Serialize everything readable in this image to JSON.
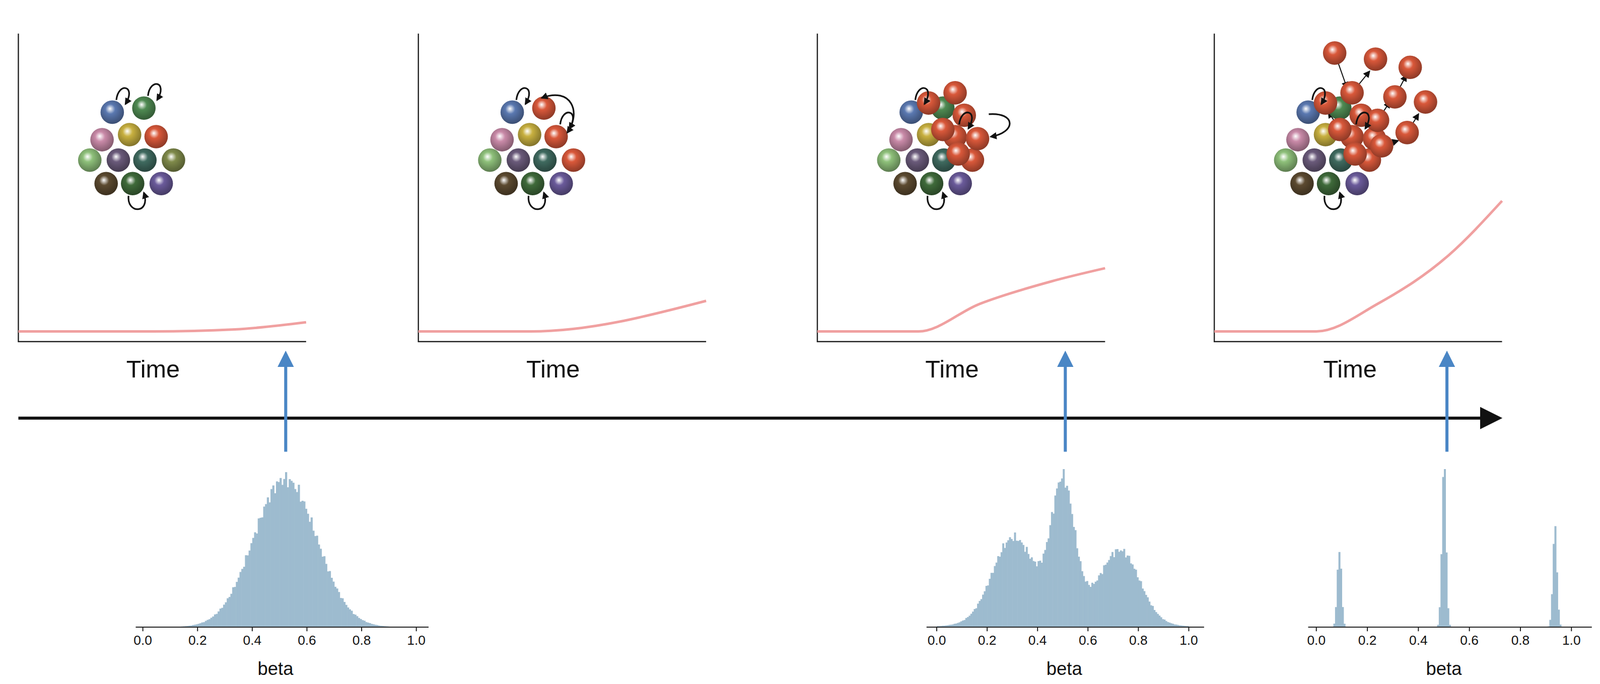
{
  "diagram": {
    "labels": [
      "Time",
      "Time",
      "Time",
      "Time",
      "0.0",
      "0.2",
      "0.4",
      "0.6",
      "0.8",
      "1.0",
      "beta",
      "0.0",
      "0.2",
      "0.4",
      "0.6",
      "0.8",
      "1.0",
      "beta",
      "0.0",
      "0.2",
      "0.4",
      "0.6",
      "0.8",
      "1.0",
      "beta"
    ]
  }
}
